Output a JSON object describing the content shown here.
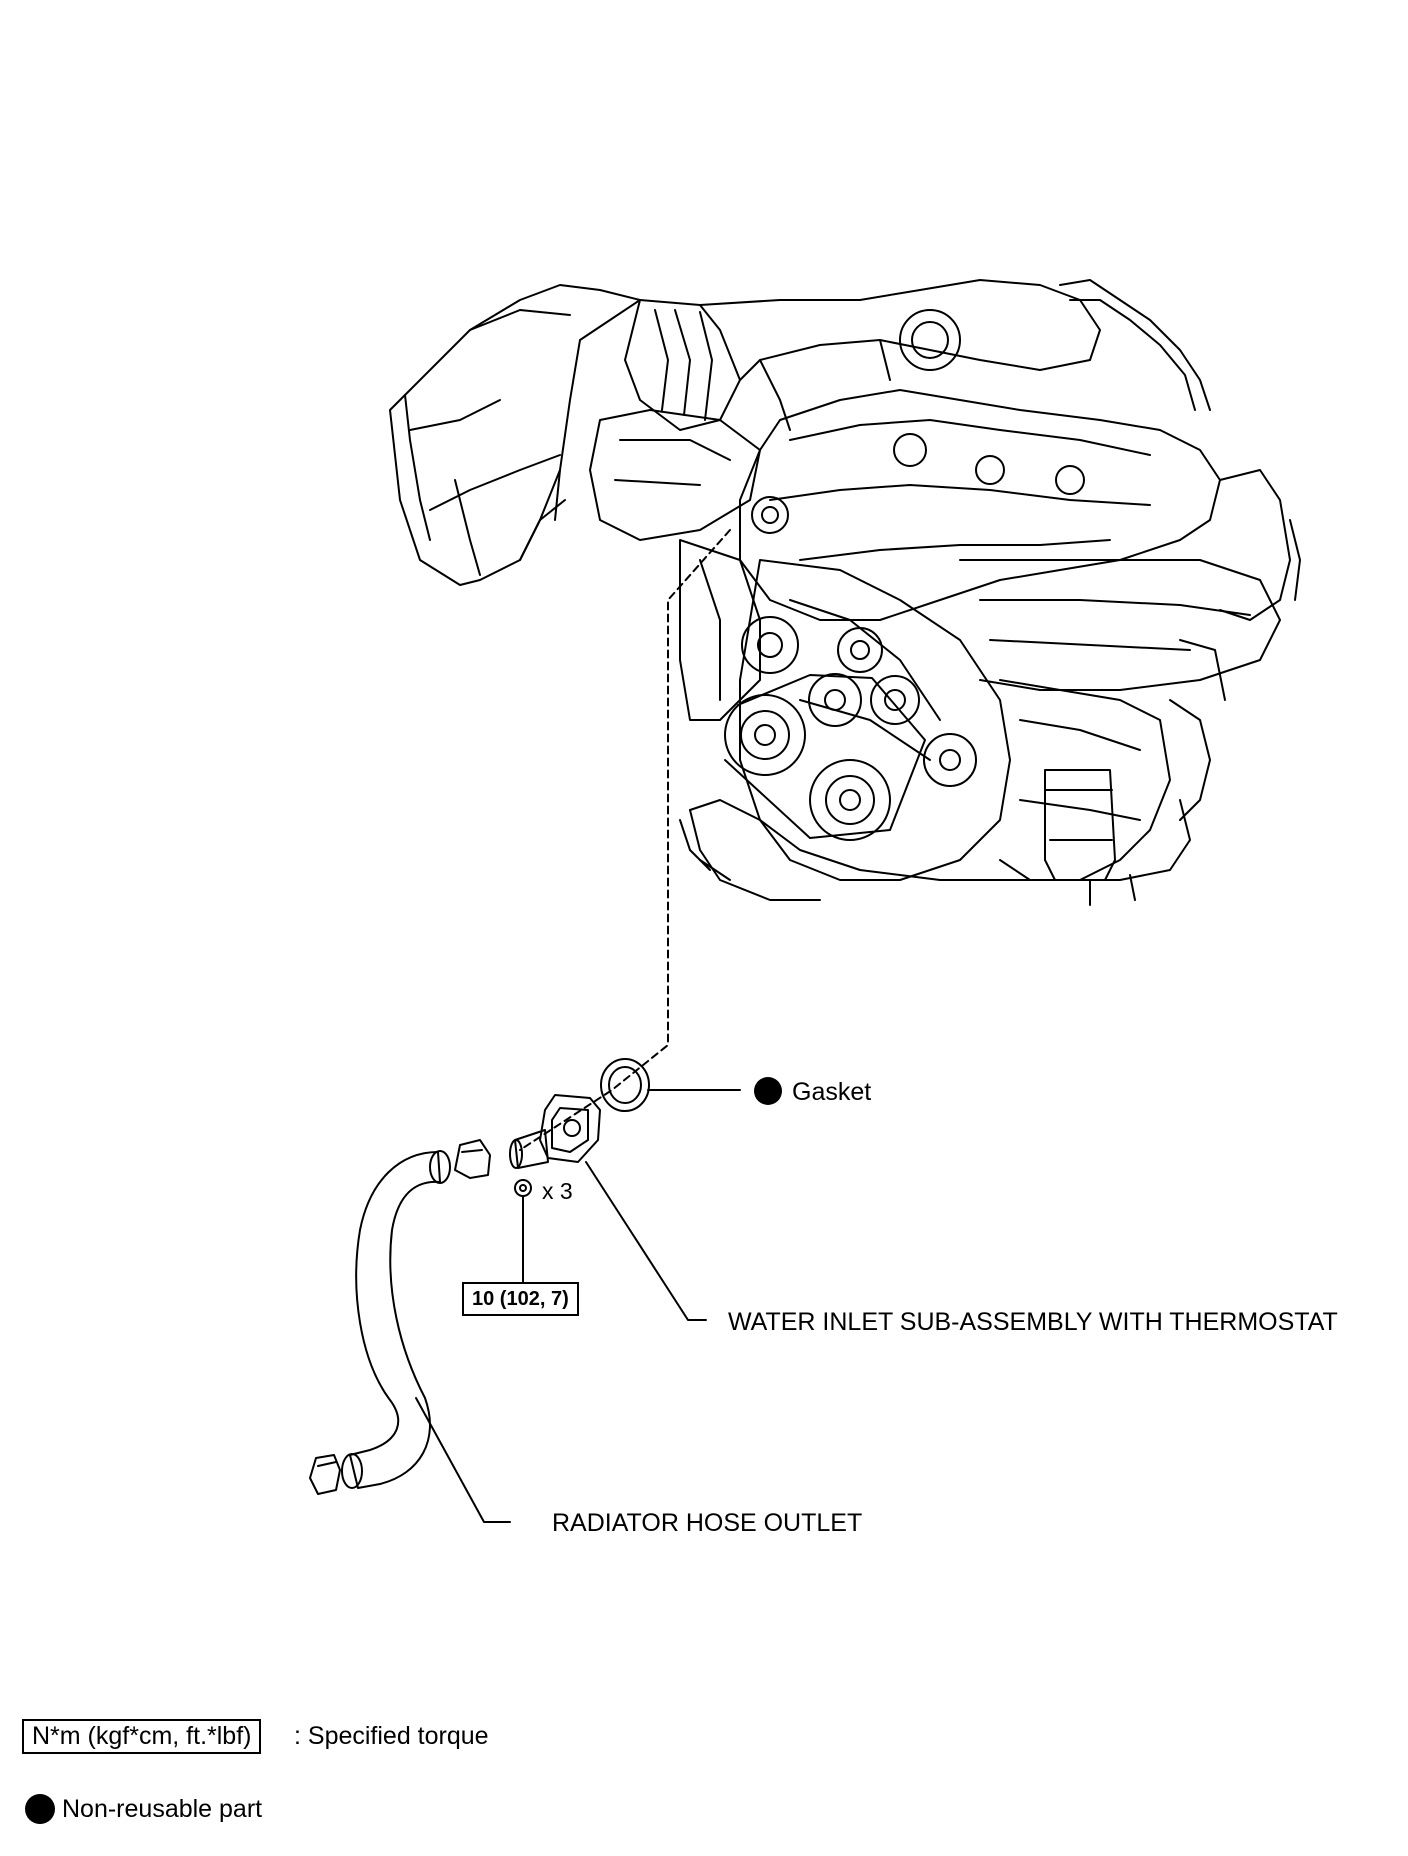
{
  "labels": {
    "gasket": "Gasket",
    "water_inlet": "WATER INLET SUB-ASSEMBLY WITH THERMOSTAT",
    "radiator_hose": "RADIATOR HOSE OUTLET",
    "bolt_count": "x 3",
    "torque_value": "10 (102, 7)"
  },
  "legend": {
    "torque_units": "N*m (kgf*cm, ft.*lbf)",
    "torque_desc": ": Specified torque",
    "non_reusable": "Non-reusable part"
  },
  "icons": [
    "non-reusable-dot-icon",
    "bolt-icon"
  ],
  "colors": {
    "ink": "#000000",
    "background": "#ffffff"
  }
}
